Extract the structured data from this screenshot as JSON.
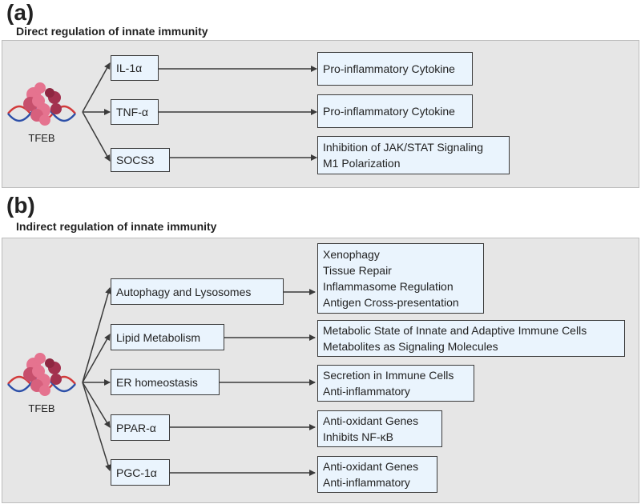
{
  "panel_a": {
    "letter": "(a)",
    "title": "Direct regulation of innate immunity",
    "source_label": "TFEB",
    "targets": [
      {
        "label": "IL-1α",
        "effects": [
          "Pro-inflammatory Cytokine"
        ]
      },
      {
        "label": "TNF-α",
        "effects": [
          "Pro-inflammatory Cytokine"
        ]
      },
      {
        "label": "SOCS3",
        "effects": [
          "Inhibition of JAK/STAT Signaling",
          "M1 Polarization"
        ]
      }
    ]
  },
  "panel_b": {
    "letter": "(b)",
    "title": "Indirect regulation of innate immunity",
    "source_label": "TFEB",
    "targets": [
      {
        "label": "Autophagy and Lysosomes",
        "effects": [
          "Xenophagy",
          "Tissue Repair",
          "Inflammasome Regulation",
          "Antigen Cross-presentation"
        ]
      },
      {
        "label": "Lipid Metabolism",
        "effects": [
          "Metabolic State of Innate and Adaptive Immune Cells",
          "Metabolites as Signaling Molecules"
        ]
      },
      {
        "label": "ER homeostasis",
        "effects": [
          "Secretion in Immune Cells",
          "Anti-inflammatory"
        ]
      },
      {
        "label": "PPAR-α",
        "effects": [
          "Anti-oxidant Genes",
          "Inhibits NF-κB"
        ]
      },
      {
        "label": "PGC-1α",
        "effects": [
          "Anti-oxidant Genes",
          "Anti-inflammatory"
        ]
      }
    ]
  },
  "colors": {
    "panel_background": "#e6e6e6",
    "box_fill": "#eaf4fd",
    "box_border": "#3a3a3a",
    "protein_dark": "#a3324f",
    "protein_light": "#e5738f",
    "dna_red": "#d23a3a",
    "dna_blue": "#2c4fa8"
  }
}
